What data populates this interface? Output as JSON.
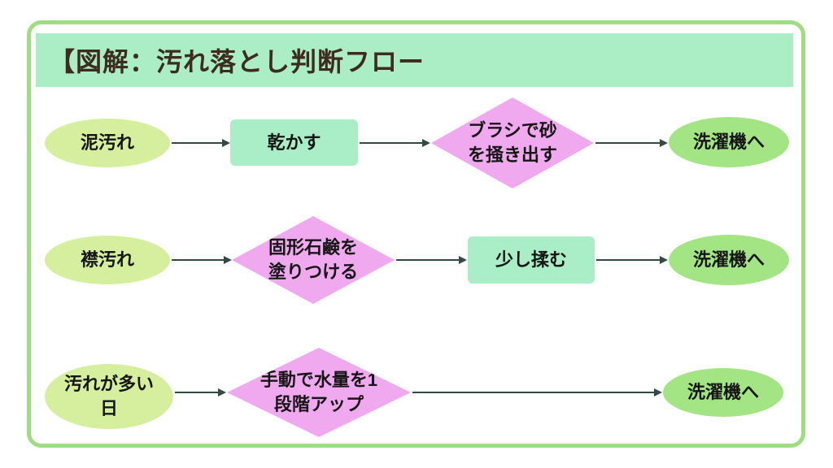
{
  "page": {
    "title": "【図解：汚れ落とし判断フロー"
  },
  "colors": {
    "border_color": "#9edd80",
    "header_bg": "#abeec6",
    "title_text": "#3e2b20",
    "start_fill": "#d6ef9e",
    "process_fill": "#a9eec6",
    "decision_fill": "#f0a8ef",
    "end_fill": "#a3e584",
    "arrow_color": "#334b44",
    "node_text": "#161616"
  },
  "flow": {
    "rows": [
      {
        "nodes": [
          {
            "type": "start",
            "label": "泥汚れ"
          },
          {
            "type": "process",
            "label": "乾かす"
          },
          {
            "type": "decision",
            "label": "ブラシで砂\nを掻き出す"
          },
          {
            "type": "end",
            "label": "洗濯機へ"
          }
        ]
      },
      {
        "nodes": [
          {
            "type": "start",
            "label": "襟汚れ"
          },
          {
            "type": "decision",
            "label": "固形石鹸を\n塗りつける"
          },
          {
            "type": "process",
            "label": "少し揉む"
          },
          {
            "type": "end",
            "label": "洗濯機へ"
          }
        ]
      },
      {
        "nodes": [
          {
            "type": "start",
            "label": "汚れが多い\n日"
          },
          {
            "type": "decision",
            "label": "手動で水量を1\n段階アップ"
          },
          {
            "type": "end",
            "label": "洗濯機へ"
          }
        ]
      }
    ]
  }
}
